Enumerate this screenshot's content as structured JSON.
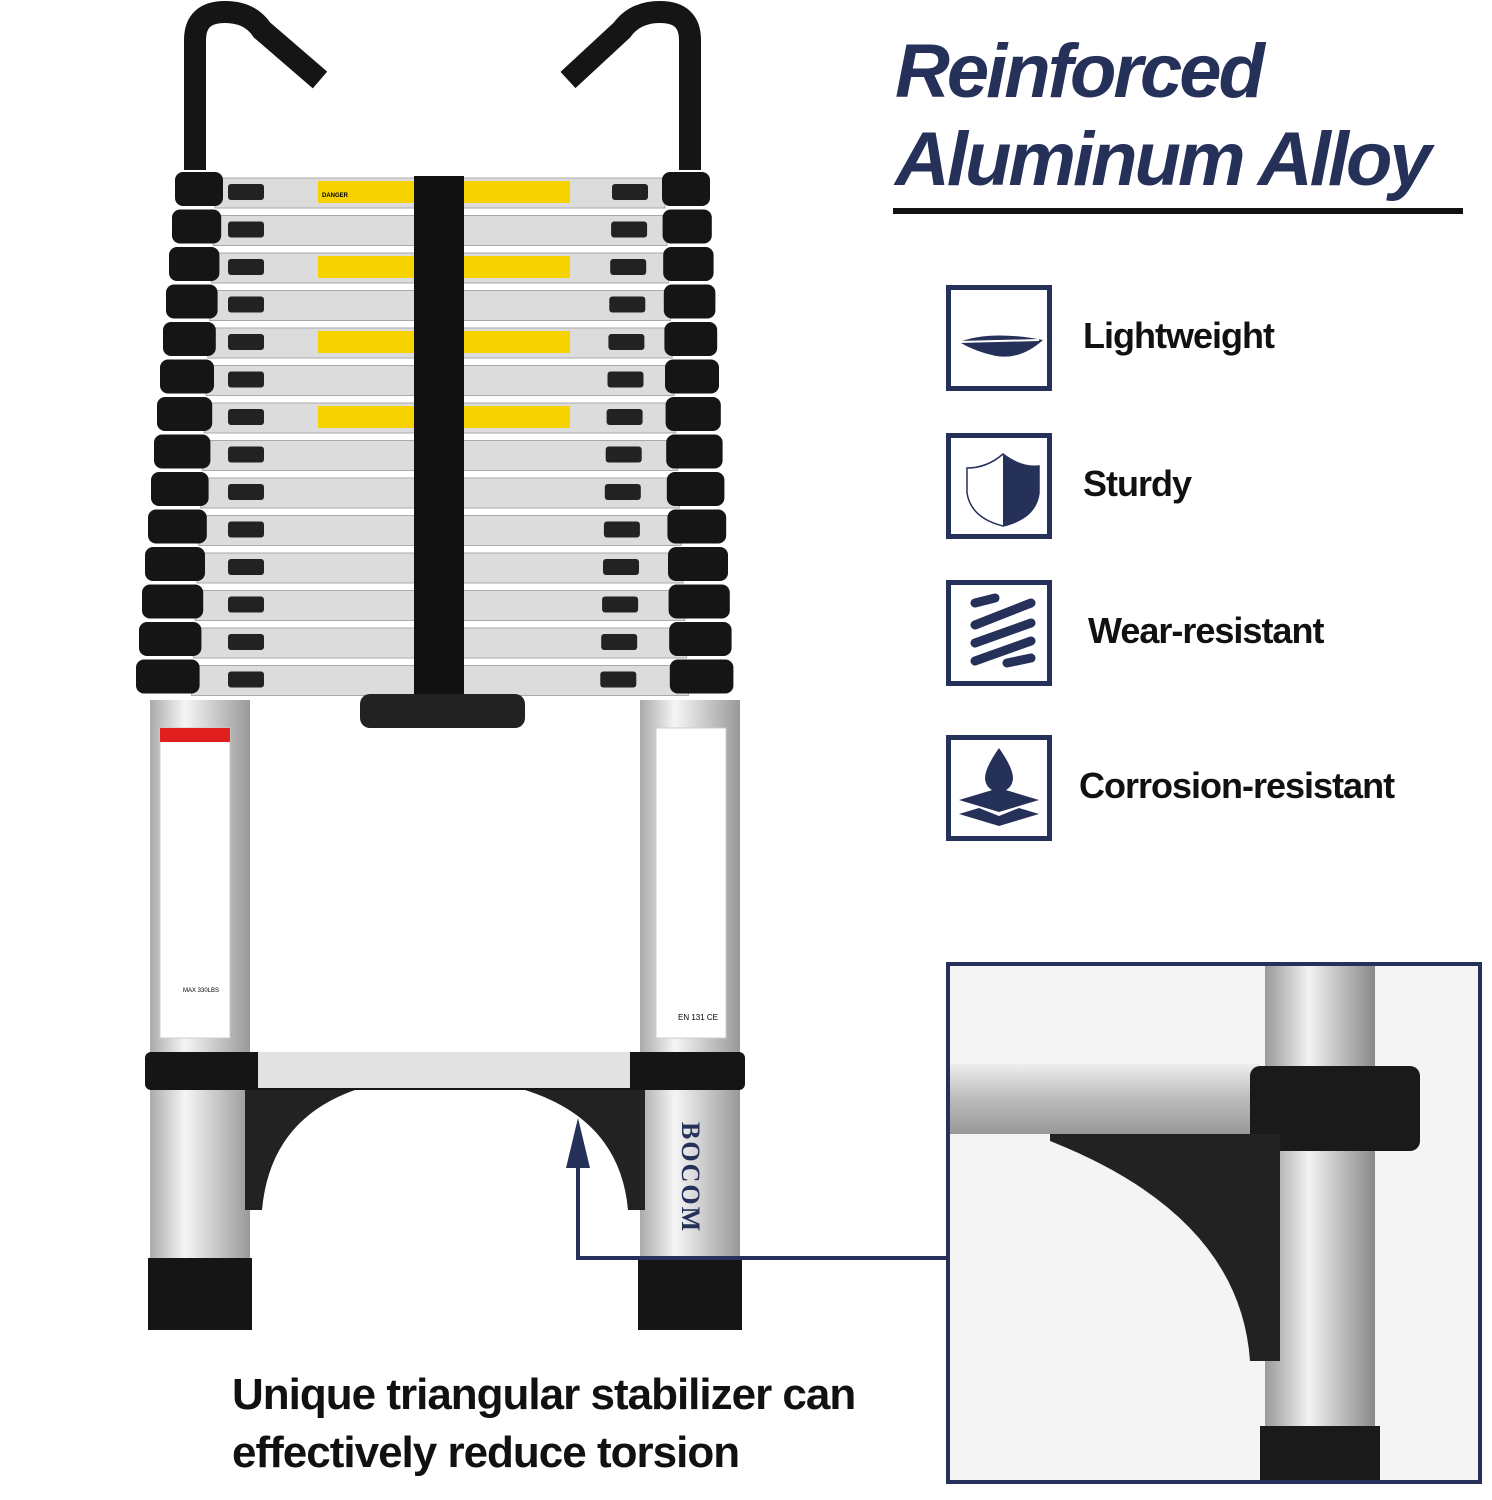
{
  "headline": {
    "line1": "Reinforced",
    "line2": "Aluminum Alloy"
  },
  "features": [
    {
      "label": "Lightweight",
      "icon": "feather-icon"
    },
    {
      "label": "Sturdy",
      "icon": "shield-icon"
    },
    {
      "label": "Wear-resistant",
      "icon": "stripes-icon"
    },
    {
      "label": "Corrosion-resistant",
      "icon": "water-drop-layers-icon"
    }
  ],
  "caption": {
    "line1": "Unique triangular stabilizer can",
    "line2": "effectively reduce torsion"
  },
  "brand": "BOCOM",
  "product_labels": {
    "danger": "DANGER",
    "standard": "EN 131 CE",
    "max_load": "MAX 330LBS"
  },
  "colors": {
    "navy": "#263159",
    "warning_yellow": "#f5d200",
    "rail_black": "#151515",
    "aluminum": "#d8d8d8"
  }
}
